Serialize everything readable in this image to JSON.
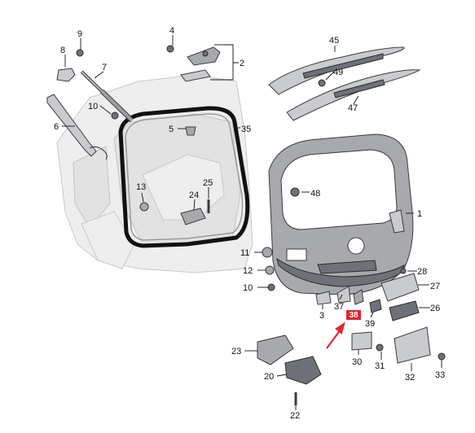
{
  "callouts": [
    {
      "id": "c1",
      "label": "1"
    },
    {
      "id": "c2",
      "label": "2"
    },
    {
      "id": "c4",
      "label": "4"
    },
    {
      "id": "c5",
      "label": "5"
    },
    {
      "id": "c6",
      "label": "6"
    },
    {
      "id": "c7",
      "label": "7"
    },
    {
      "id": "c8",
      "label": "8"
    },
    {
      "id": "c9",
      "label": "9"
    },
    {
      "id": "c10a",
      "label": "10"
    },
    {
      "id": "c10b",
      "label": "10"
    },
    {
      "id": "c11",
      "label": "11"
    },
    {
      "id": "c12",
      "label": "12"
    },
    {
      "id": "c13",
      "label": "13"
    },
    {
      "id": "c20",
      "label": "20"
    },
    {
      "id": "c22",
      "label": "22"
    },
    {
      "id": "c23",
      "label": "23"
    },
    {
      "id": "c24",
      "label": "24"
    },
    {
      "id": "c25",
      "label": "25"
    },
    {
      "id": "c26",
      "label": "26"
    },
    {
      "id": "c27",
      "label": "27"
    },
    {
      "id": "c28",
      "label": "28"
    },
    {
      "id": "c3",
      "label": "3"
    },
    {
      "id": "c30",
      "label": "30"
    },
    {
      "id": "c31",
      "label": "31"
    },
    {
      "id": "c32",
      "label": "32"
    },
    {
      "id": "c33",
      "label": "33"
    },
    {
      "id": "c35",
      "label": "35"
    },
    {
      "id": "c37",
      "label": "37"
    },
    {
      "id": "c39",
      "label": "39"
    },
    {
      "id": "c45",
      "label": "45"
    },
    {
      "id": "c47",
      "label": "47"
    },
    {
      "id": "c48",
      "label": "48"
    },
    {
      "id": "c49",
      "label": "49"
    }
  ],
  "highlight": {
    "label": "38",
    "color": "#e3262e"
  },
  "colors": {
    "part_fill": "#a7a9ad",
    "outline": "#3a3a3a",
    "car_body": "#eeeeee"
  }
}
